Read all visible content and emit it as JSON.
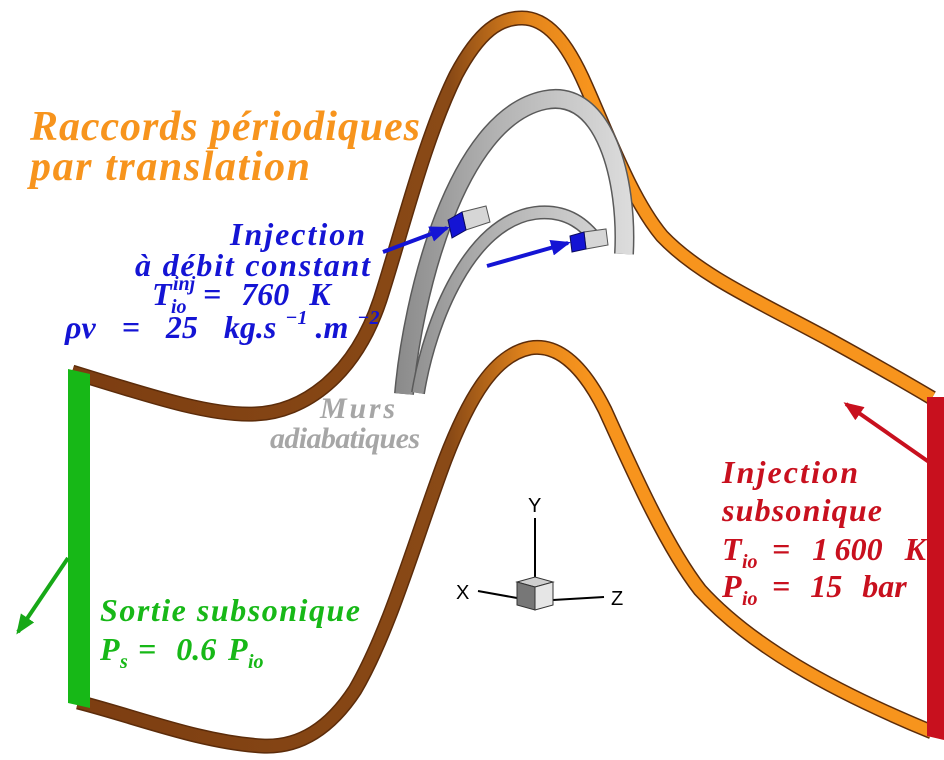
{
  "colors": {
    "periodic": "#F7941D",
    "periodic_dark": "#8A4A16",
    "cooling_injection": "#1414D4",
    "walls": "#A6A6A6",
    "inlet": "#C8101E",
    "outlet": "#17B817"
  },
  "periodic": {
    "line1": "Raccords périodiques",
    "line2": "par translation"
  },
  "cooling": {
    "line1": "Injection",
    "line2": "à débit constant",
    "temperature": {
      "symbol": "T",
      "sub": "io",
      "sup": "inj",
      "value": "= 760 K"
    },
    "mass_flux": {
      "base": "ρv = 25 kg.s",
      "exp1": "−1",
      "unit2": ".m",
      "exp2": "−2"
    }
  },
  "walls": {
    "line1": "Murs",
    "line2": "adiabatiques"
  },
  "inlet": {
    "line1": "Injection",
    "line2": "subsonique",
    "temperature": {
      "symbol": "T",
      "sub": "io",
      "value": "= 1 600 K"
    },
    "pressure": {
      "symbol": "P",
      "sub": "io",
      "value": "= 15 bar"
    }
  },
  "outlet": {
    "line1": "Sortie subsonique",
    "pressure": {
      "symbol": "P",
      "sub": "s",
      "value": "= 0.6",
      "ref_symbol": "P",
      "ref_sub": "io"
    }
  },
  "axes": {
    "x": "X",
    "y": "Y",
    "z": "Z"
  }
}
